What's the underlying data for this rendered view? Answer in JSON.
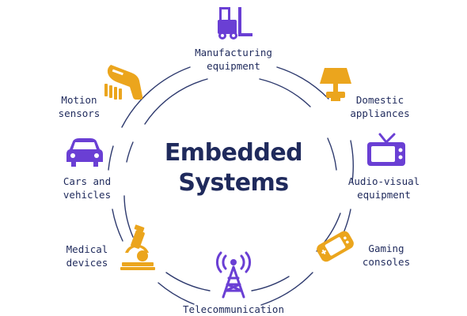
{
  "center": {
    "line1": "Embedded",
    "line2": "Systems"
  },
  "colors": {
    "purple": "#6a3fd4",
    "orange": "#eba51d",
    "navy": "#1f2a5c",
    "ring": "#2e3a6e"
  },
  "items": [
    {
      "id": "manufacturing",
      "line1": "Manufacturing",
      "line2": "equipment",
      "icon": "forklift-icon",
      "color": "purple"
    },
    {
      "id": "domestic",
      "line1": "Domestic",
      "line2": "appliances",
      "icon": "lamp-icon",
      "color": "orange"
    },
    {
      "id": "audio-visual",
      "line1": "Audio-visual",
      "line2": "equipment",
      "icon": "tv-icon",
      "color": "purple"
    },
    {
      "id": "gaming",
      "line1": "Gaming",
      "line2": "consoles",
      "icon": "gamepad-icon",
      "color": "orange"
    },
    {
      "id": "telecom",
      "line1": "Telecommunication",
      "line2": "",
      "icon": "antenna-tower-icon",
      "color": "purple"
    },
    {
      "id": "medical",
      "line1": "Medical",
      "line2": "devices",
      "icon": "microscope-icon",
      "color": "orange"
    },
    {
      "id": "cars",
      "line1": "Cars and",
      "line2": "vehicles",
      "icon": "car-icon",
      "color": "purple"
    },
    {
      "id": "motion",
      "line1": "Motion",
      "line2": "sensors",
      "icon": "motion-sensor-icon",
      "color": "orange"
    }
  ]
}
